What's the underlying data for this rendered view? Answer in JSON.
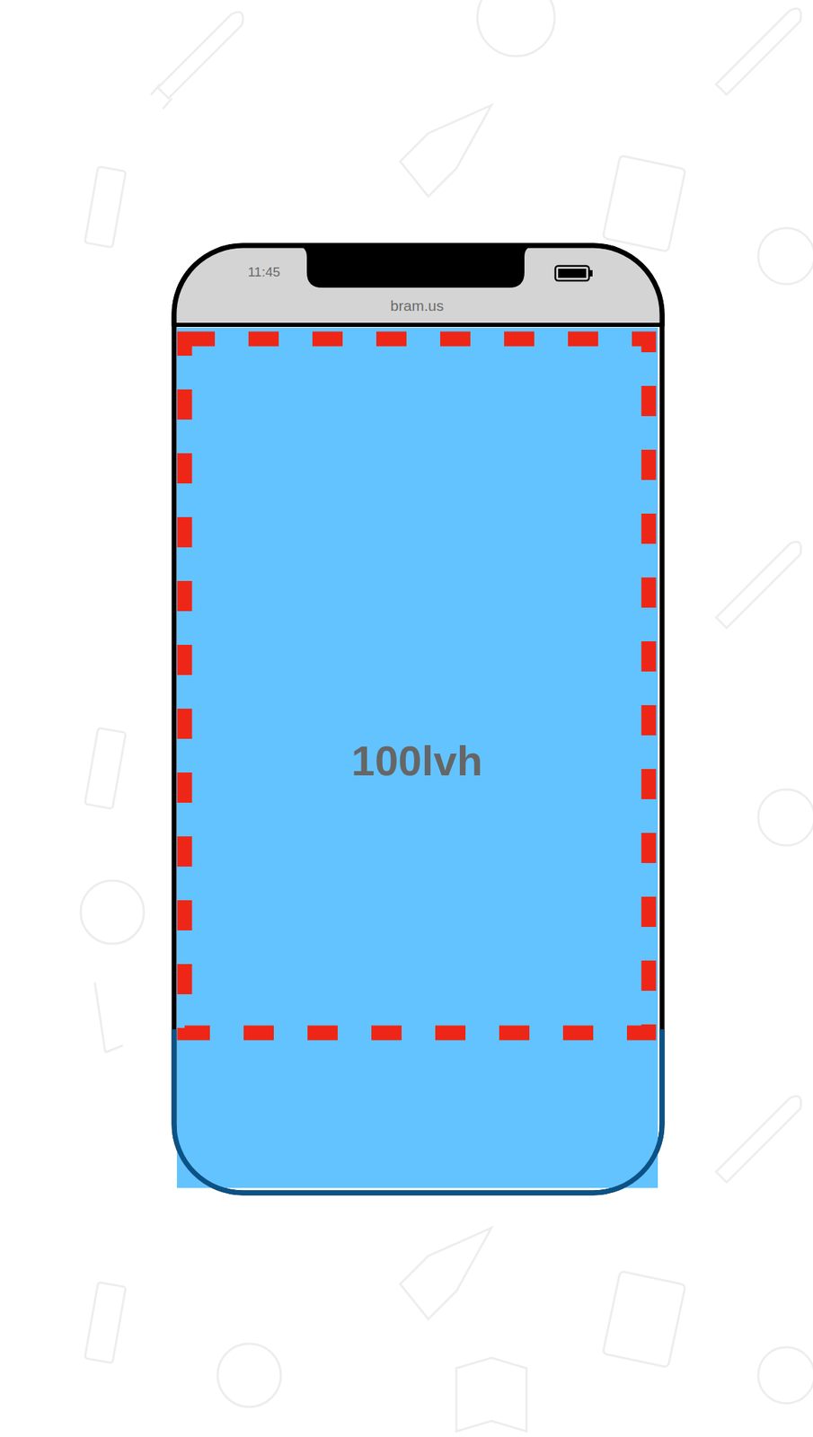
{
  "diagram": {
    "nodes": [
      {
        "text": [
          "11:45",
          "bram.us"
        ]
      },
      {
        "text": [
          "100lvh"
        ]
      }
    ]
  }
}
